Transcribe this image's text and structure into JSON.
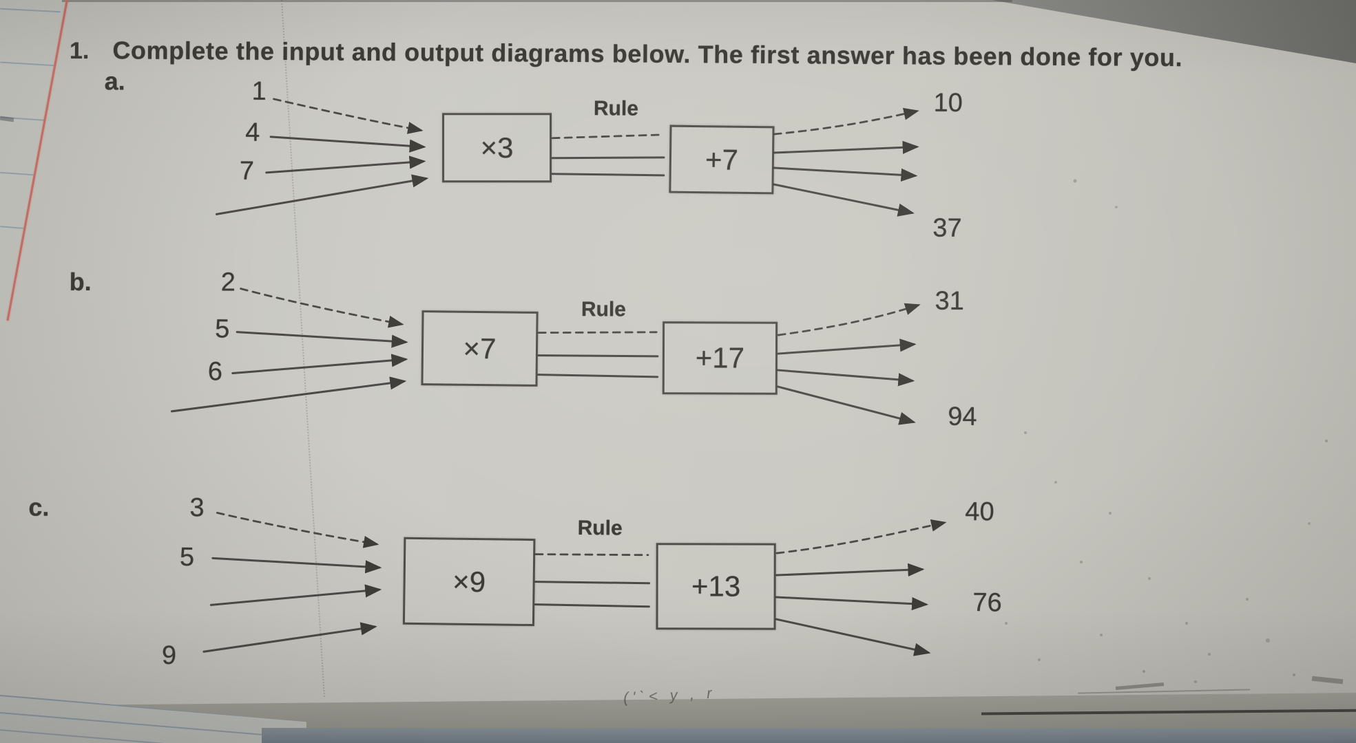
{
  "worksheet": {
    "question_number": "1.",
    "question_text": "Complete the input and output diagrams below. The first answer has been done for you.",
    "diagrams": [
      {
        "label": "a.",
        "rule_title": "Rule",
        "operation_1": "×3",
        "operation_2": "+7",
        "inputs": [
          "1",
          "4",
          "7"
        ],
        "outputs": [
          "10",
          "37"
        ]
      },
      {
        "label": "b.",
        "rule_title": "Rule",
        "operation_1": "×7",
        "operation_2": "+17",
        "inputs": [
          "2",
          "5",
          "6"
        ],
        "outputs": [
          "31",
          "94"
        ]
      },
      {
        "label": "c.",
        "rule_title": "Rule",
        "operation_1": "×9",
        "operation_2": "+13",
        "inputs": [
          "3",
          "5",
          "9"
        ],
        "outputs": [
          "40",
          "76"
        ]
      }
    ]
  },
  "photo": {
    "pencil_scribble": "('`< y , r"
  },
  "colors": {
    "paper": "#cac9c2",
    "ink": "#3d3b35",
    "red_margin_line": "#cf7168",
    "notebook_blue_line": "#708aa8"
  }
}
